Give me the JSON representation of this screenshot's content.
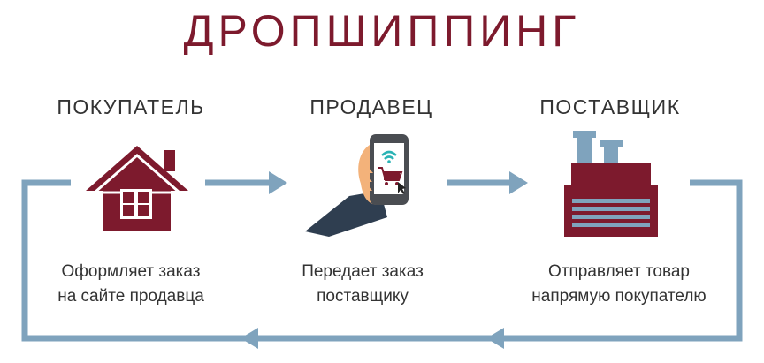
{
  "title": "ДРОПШИППИНГ",
  "steps": [
    {
      "role": "ПОКУПАТЕЛЬ",
      "desc_line1": "Оформляет заказ",
      "desc_line2": "на сайте продавца",
      "icon": "house-icon"
    },
    {
      "role": "ПРОДАВЕЦ",
      "desc_line1": "Передает заказ",
      "desc_line2": "поставщику",
      "icon": "smartphone-shopping-icon"
    },
    {
      "role": "ПОСТАВЩИК",
      "desc_line1": "Отправляет товар",
      "desc_line2": "напрямую покупателю",
      "icon": "factory-icon"
    }
  ],
  "colors": {
    "accent": "#7d1a2d",
    "arrow": "#7fa3bd",
    "text": "#333333"
  }
}
